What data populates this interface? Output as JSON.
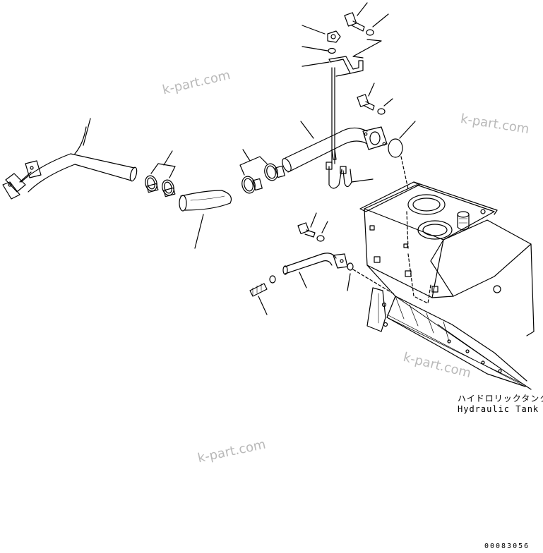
{
  "labels": {
    "part_name_jp": "ハイドロリックタンク",
    "part_name_en": "Hydraulic Tank"
  },
  "watermarks": [
    "k-part.com",
    "k-part.com",
    "k-part.com",
    "k-part.com"
  ],
  "drawing_number": "00083056",
  "colors": {
    "line": "#000000",
    "watermark": "#b9b9b9",
    "background": "#ffffff"
  }
}
